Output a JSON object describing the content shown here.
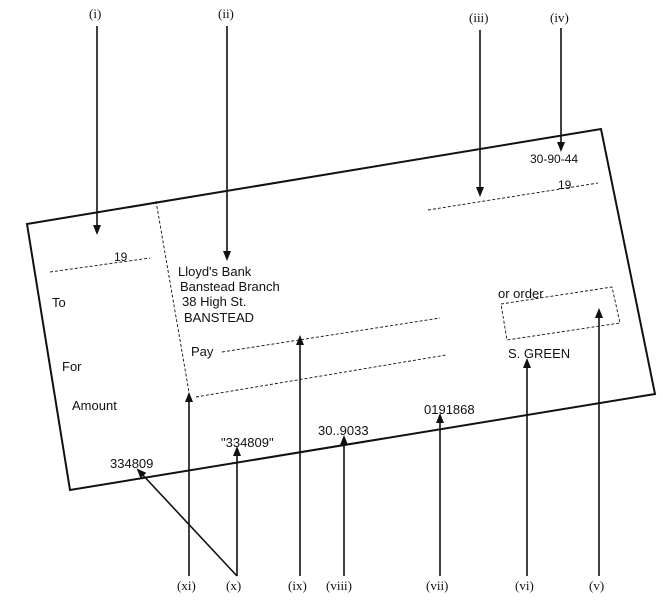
{
  "labels": {
    "i": "(i)",
    "ii": "(ii)",
    "iii": "(iii)",
    "iv": "(iv)",
    "v": "(v)",
    "vi": "(vi)",
    "vii": "(vii)",
    "viii": "(viii)",
    "ix": "(ix)",
    "x": "(x)",
    "xi": "(xi)"
  },
  "stub": {
    "year": "19",
    "to": "To",
    "for": "For",
    "amount": "Amount",
    "number": "334809"
  },
  "cheque": {
    "sort_code": "30-90-44",
    "date_year": "19",
    "bank_line1": "Lloyd's Bank",
    "bank_line2": "Banstead Branch",
    "bank_line3": "38 High St.",
    "bank_line4": "BANSTEAD",
    "pay": "Pay",
    "or_order": "or order",
    "signatory": "S. GREEN",
    "cheque_number": "\"334809\"",
    "sort_code_mic": "30..9033",
    "account_number": "0191868"
  }
}
